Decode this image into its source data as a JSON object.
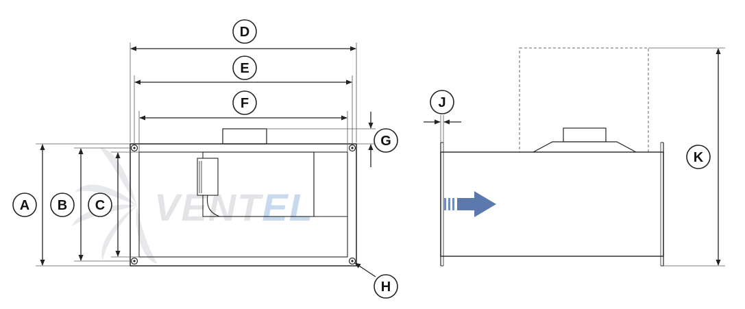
{
  "callouts": {
    "A": "A",
    "B": "B",
    "C": "C",
    "D": "D",
    "E": "E",
    "F": "F",
    "G": "G",
    "H": "H",
    "J": "J",
    "K": "K"
  },
  "watermark": {
    "part1": "VENT",
    "part2": "EL"
  },
  "colors": {
    "line": "#222222",
    "thin": "#555555",
    "dashed": "#666666",
    "arrow_fill": "#5b79ad",
    "arrow_stripe": "#6f8bbf",
    "watermark_fan": "#e6e8ec",
    "watermark_text": "#e2e4e8",
    "watermark_accent": "#c7d9ef"
  }
}
